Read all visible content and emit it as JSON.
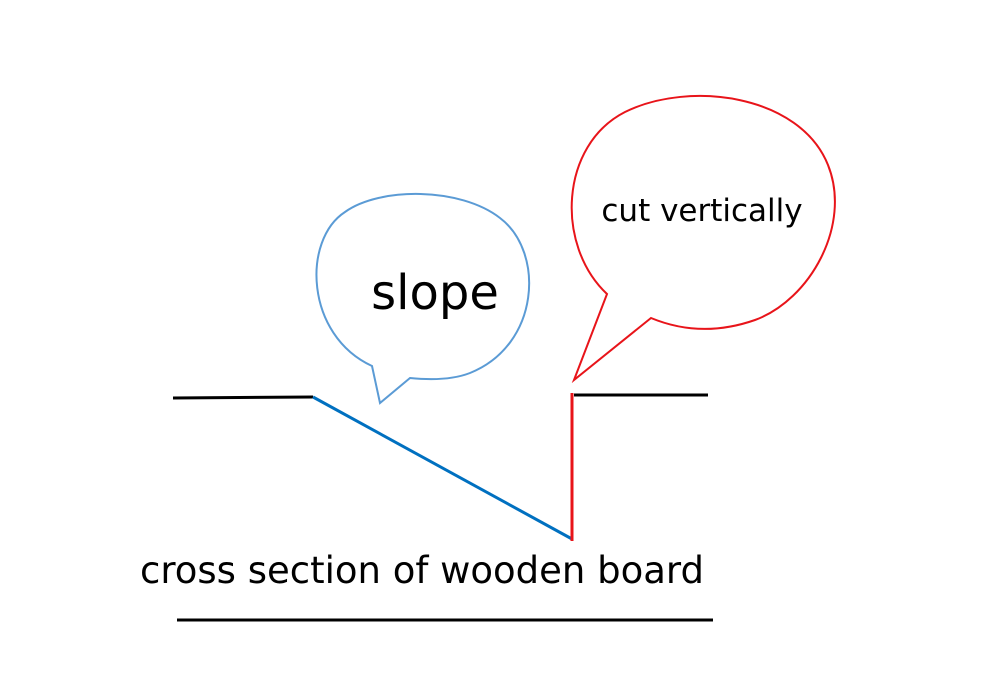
{
  "diagram": {
    "callout_slope": {
      "text": "slope",
      "color": "#5b9bd5"
    },
    "callout_cut": {
      "text": "cut vertically",
      "color": "#e8141a"
    },
    "caption": "cross section of wooden board",
    "colors": {
      "surface_line": "#000000",
      "slope_line": "#0070c0",
      "vertical_cut_line": "#e8141a"
    }
  }
}
